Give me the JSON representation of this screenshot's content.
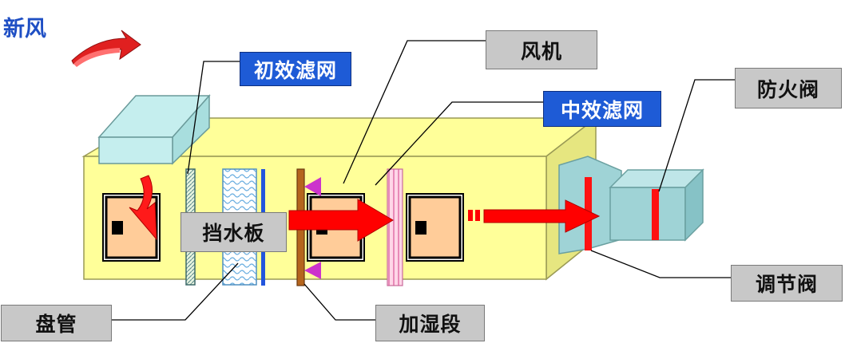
{
  "diagram": {
    "title": "新风",
    "labels": {
      "fan": "风机",
      "primary_filter": "初效滤网",
      "medium_filter": "中效滤网",
      "fire_damper": "防火阀",
      "water_baffle": "挡水板",
      "coil": "盘管",
      "humidifier": "加湿段",
      "regulating_valve": "调节阀"
    },
    "colors": {
      "housing": "#ffff99",
      "label_fill": "#c8c8c8",
      "highlight_fill": "#1e5bd6",
      "flow_arrow": "#ff0000",
      "duct": "#9fd3d6",
      "access_door": "#ffcc99"
    }
  }
}
